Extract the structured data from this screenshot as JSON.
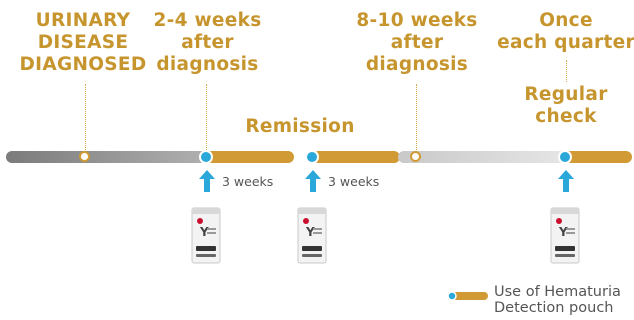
{
  "stages": {
    "diagnosed": [
      "URINARY",
      "DISEASE",
      "DIAGNOSED"
    ],
    "weeks_2_4": [
      "2-4 weeks",
      "after",
      "diagnosis"
    ],
    "remission": "Remission",
    "weeks_8_10": [
      "8-10 weeks",
      "after",
      "diagnosis"
    ],
    "quarterly": [
      "Once",
      "each quarter"
    ],
    "regular_check": [
      "Regular",
      "check"
    ]
  },
  "intervals": [
    "3 weeks",
    "3 weeks"
  ],
  "legend": {
    "label": [
      "Use of Hematuria",
      "Detection pouch"
    ]
  },
  "colors": {
    "gold": "#c7952e",
    "blue": "#29a8d9",
    "grey_start": "#7b7b7b",
    "grey_end": "#d9d9d9"
  },
  "icons": [
    "up-arrow-icon",
    "detection-pouch-icon",
    "timeline-node-icon"
  ]
}
